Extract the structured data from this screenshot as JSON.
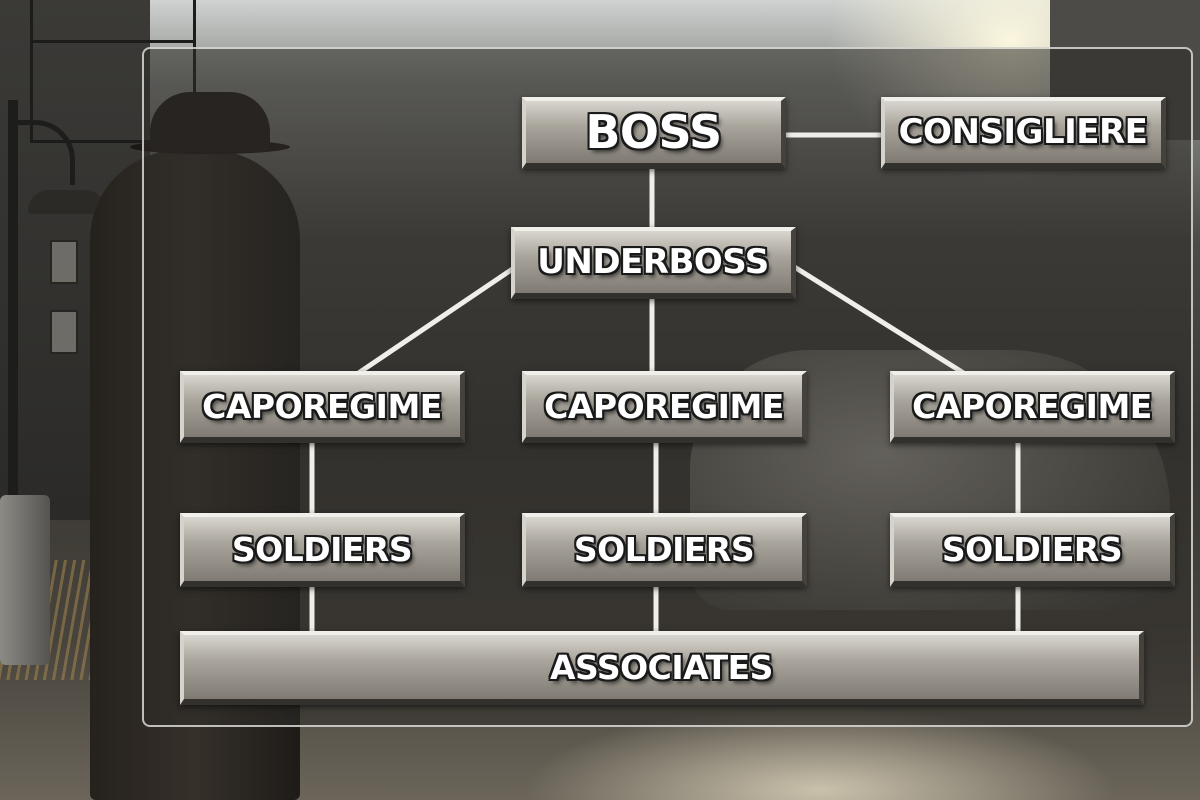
{
  "chart": {
    "boss": "BOSS",
    "consigliere": "CONSIGLIERE",
    "underboss": "UNDERBOSS",
    "caporegimes": [
      "CAPOREGIME",
      "CAPOREGIME",
      "CAPOREGIME"
    ],
    "soldiers": [
      "SOLDIERS",
      "SOLDIERS",
      "SOLDIERS"
    ],
    "associates": "ASSOCIATES"
  },
  "colors": {
    "connector": "#f0eee8",
    "box_light": "#d9d6cf",
    "box_dark": "#7f7b73",
    "text": "#ffffff",
    "text_outline": "#1a1a1a"
  }
}
